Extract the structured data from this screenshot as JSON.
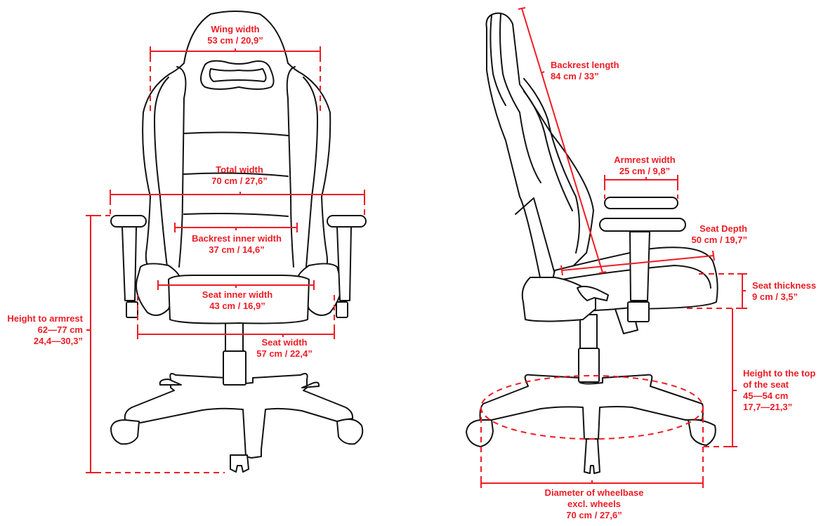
{
  "colors": {
    "dimension": "#ee1c25",
    "outline": "#111111",
    "background": "#ffffff"
  },
  "front_view": {
    "wing_width": {
      "title": "Wing width",
      "value": "53 cm / 20,9”"
    },
    "total_width": {
      "title": "Total width",
      "value": "70 cm / 27,6”"
    },
    "backrest_inner_width": {
      "title": "Backrest inner width",
      "value": "37 cm / 14,6”"
    },
    "seat_inner_width": {
      "title": "Seat inner width",
      "value": "43 cm / 16,9”"
    },
    "seat_width": {
      "title": "Seat width",
      "value": "57 cm / 22,4”"
    },
    "height_to_armrest": {
      "title": "Height to armrest",
      "value_cm": "62—77 cm",
      "value_in": "24,4—30,3”"
    }
  },
  "side_view": {
    "backrest_length": {
      "title": "Backrest length",
      "value": "84 cm / 33”"
    },
    "armrest_width": {
      "title": "Armrest width",
      "value": "25 cm / 9,8”"
    },
    "seat_depth": {
      "title": "Seat Depth",
      "value": "50 cm / 19,7”"
    },
    "seat_thickness": {
      "title": "Seat thickness",
      "value": "9 cm / 3,5”"
    },
    "height_to_seat": {
      "title_line1": "Height to the top",
      "title_line2": "of the seat",
      "value_cm": "45—54 cm",
      "value_in": "17,7—21,3”"
    },
    "wheelbase_diameter": {
      "title_line1": "Diameter of wheelbase",
      "title_line2": "excl. wheels",
      "value": "70 cm / 27,6”"
    }
  }
}
